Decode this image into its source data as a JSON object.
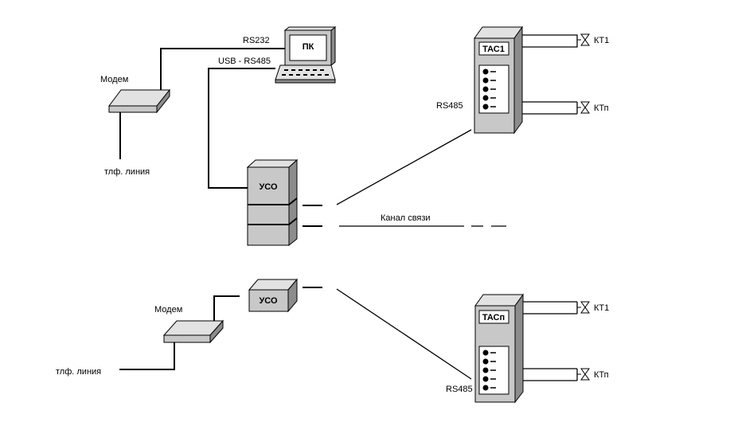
{
  "labels": {
    "pc": "ПК",
    "rs232": "RS232",
    "usb_rs485": "USB - RS485",
    "modem_top": "Модем",
    "phone_line_top": "тлф. линия",
    "uso_main": "УСО",
    "channel": "Канал связи",
    "rs485_top": "RS485",
    "tas1": "ТАС1",
    "kt1_top": "КТ1",
    "ktn_top": "КТп",
    "uso_small": "УСО",
    "modem_bottom": "Модем",
    "phone_line_bottom": "тлф. линия",
    "rs485_bottom": "RS485",
    "tasn": "ТАСп",
    "kt1_bottom": "КТ1",
    "ktn_bottom": "КТп"
  },
  "colors": {
    "device_front": "#c8c8c8",
    "device_top": "#e2e2e2",
    "device_side": "#8c8c8c",
    "line": "#000000"
  },
  "icons": [
    "computer-icon",
    "modem-icon",
    "rack-icon",
    "valve-icon",
    "led-icon"
  ]
}
